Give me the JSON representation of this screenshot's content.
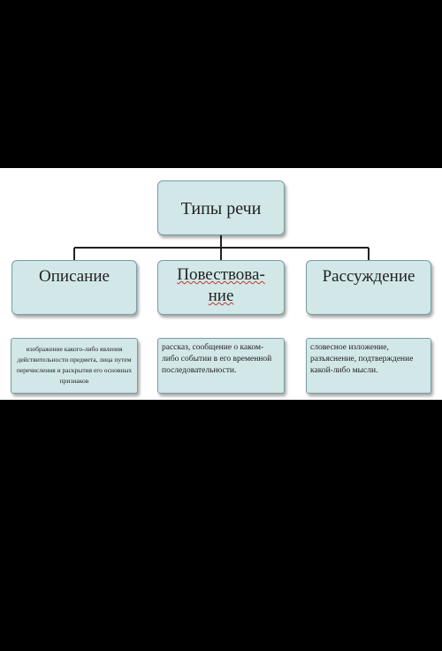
{
  "diagram": {
    "root": "Типы речи",
    "types": [
      {
        "name": "Описание",
        "description": "изображение какого-либо явления действительности предмета, лица путем перечисления и раскрытия его основных признаков"
      },
      {
        "name_line1": "Повествова-",
        "name_line2": "ние",
        "description": "рассказ, сообщение о каком-либо событии в его временной последовательности."
      },
      {
        "name": "Рассуждение",
        "description": "словесное изложение, разъяснение, подтверждение какой-либо мысли."
      }
    ]
  }
}
